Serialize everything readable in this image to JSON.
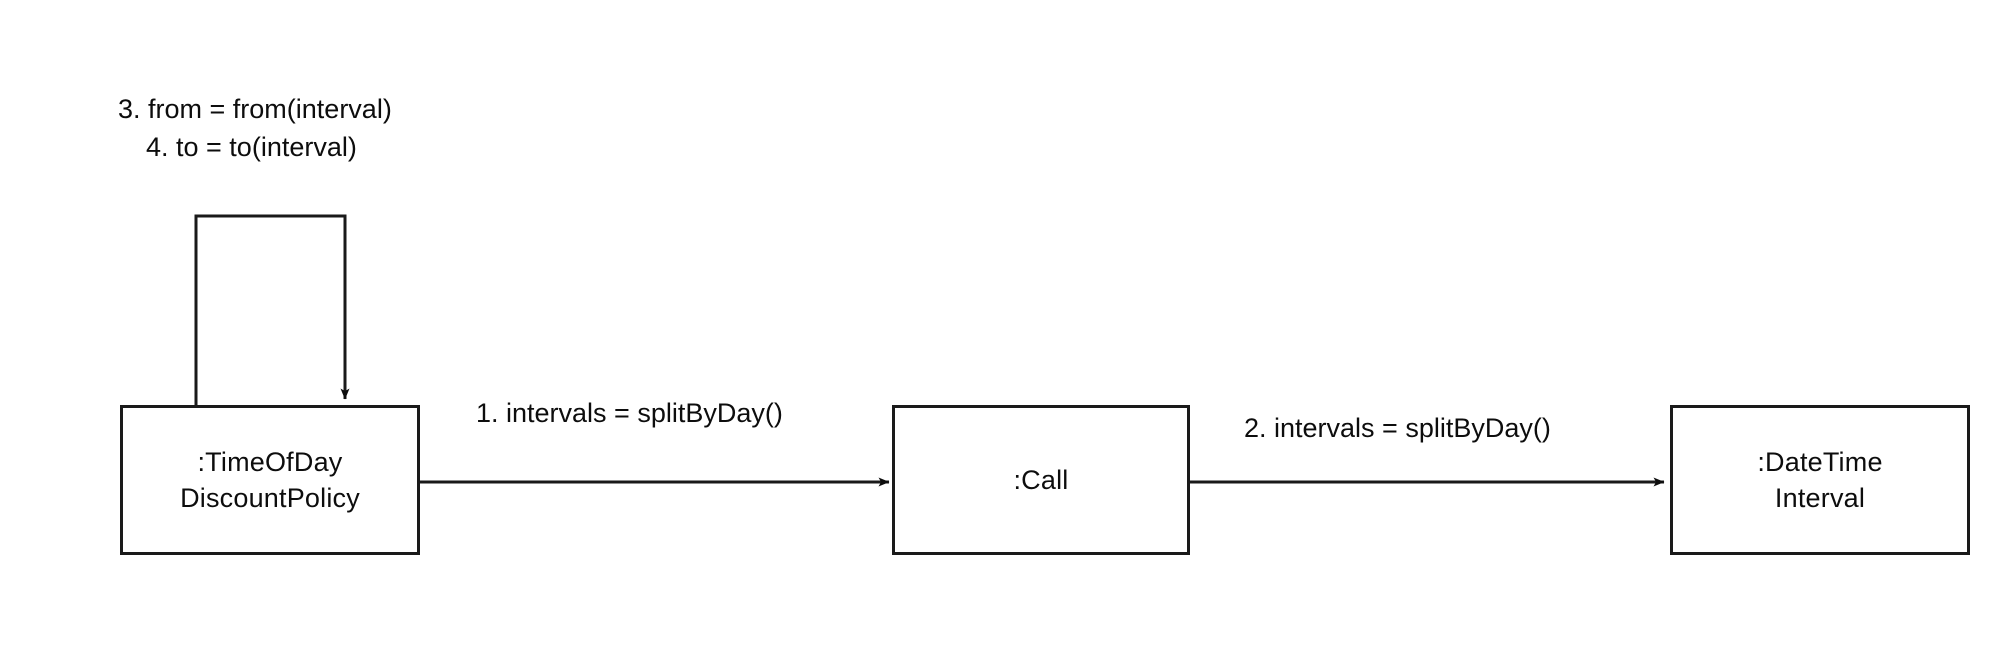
{
  "diagram": {
    "type": "uml-communication-diagram",
    "background_color": "#ffffff",
    "line_color": "#1a1a1a",
    "text_color": "#0d0d0d",
    "objects": [
      {
        "id": "time-of-day-discount-policy",
        "line1": ":TimeOfDay",
        "line2": "DiscountPolicy"
      },
      {
        "id": "call",
        "line1": ":Call",
        "line2": ""
      },
      {
        "id": "date-time-interval",
        "line1": ":DateTime",
        "line2": "Interval"
      }
    ],
    "messages": [
      {
        "id": "message-1",
        "text": "1. intervals = splitByDay()",
        "from": "time-of-day-discount-policy",
        "to": "call"
      },
      {
        "id": "message-2",
        "text": "2. intervals = splitByDay()",
        "from": "call",
        "to": "date-time-interval"
      }
    ],
    "self_messages": [
      {
        "id": "self-message-3",
        "text": "3. from = from(interval)",
        "on": "time-of-day-discount-policy"
      },
      {
        "id": "self-message-4",
        "text": "4. to = to(interval)",
        "on": "time-of-day-discount-policy"
      }
    ]
  }
}
